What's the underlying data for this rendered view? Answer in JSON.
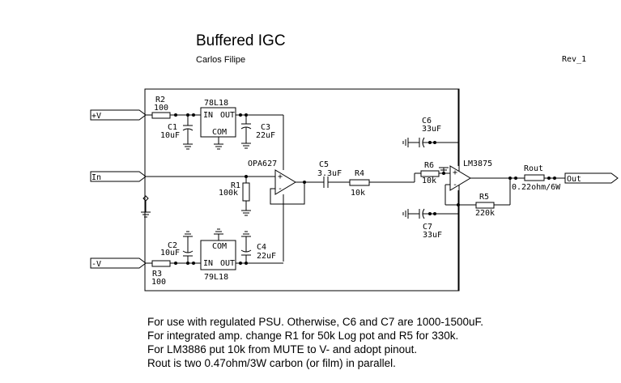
{
  "header": {
    "title": "Buffered IGC",
    "author": "Carlos Filipe",
    "revision": "Rev_1"
  },
  "ports": {
    "vplus": "+V",
    "vminus": "-V",
    "input": "In",
    "output": "Out"
  },
  "components": {
    "R1": {
      "ref": "R1",
      "value": "100k"
    },
    "R2": {
      "ref": "R2",
      "value": "100"
    },
    "R3": {
      "ref": "R3",
      "value": "100"
    },
    "R4": {
      "ref": "R4",
      "value": "10k"
    },
    "R5": {
      "ref": "R5",
      "value": "220k"
    },
    "R6": {
      "ref": "R6",
      "value": "10k"
    },
    "Rout": {
      "ref": "Rout",
      "value": "0.22ohm/6W"
    },
    "C1": {
      "ref": "C1",
      "value": "10uF"
    },
    "C2": {
      "ref": "C2",
      "value": "10uF"
    },
    "C3": {
      "ref": "C3",
      "value": "22uF"
    },
    "C4": {
      "ref": "C4",
      "value": "22uF"
    },
    "C5": {
      "ref": "C5",
      "value": "3.3uF"
    },
    "C6": {
      "ref": "C6",
      "value": "33uF"
    },
    "C7": {
      "ref": "C7",
      "value": "33uF"
    },
    "U1": {
      "ref": "78L18",
      "pin_in": "IN",
      "pin_out": "OUT",
      "pin_com": "COM"
    },
    "U2": {
      "ref": "79L18",
      "pin_in": "IN",
      "pin_out": "OUT",
      "pin_com": "COM"
    },
    "opamp": {
      "ref": "OPA627"
    },
    "amp": {
      "ref": "LM3875"
    }
  },
  "notes": [
    "For use with regulated PSU. Otherwise, C6 and C7 are 1000-1500uF.",
    "For integrated amp. change R1 for 50k Log pot and R5 for 330k.",
    "For LM3886 put 10k from MUTE to V- and adopt pinout.",
    "Rout is two 0.47ohm/3W carbon (or film) in parallel."
  ]
}
